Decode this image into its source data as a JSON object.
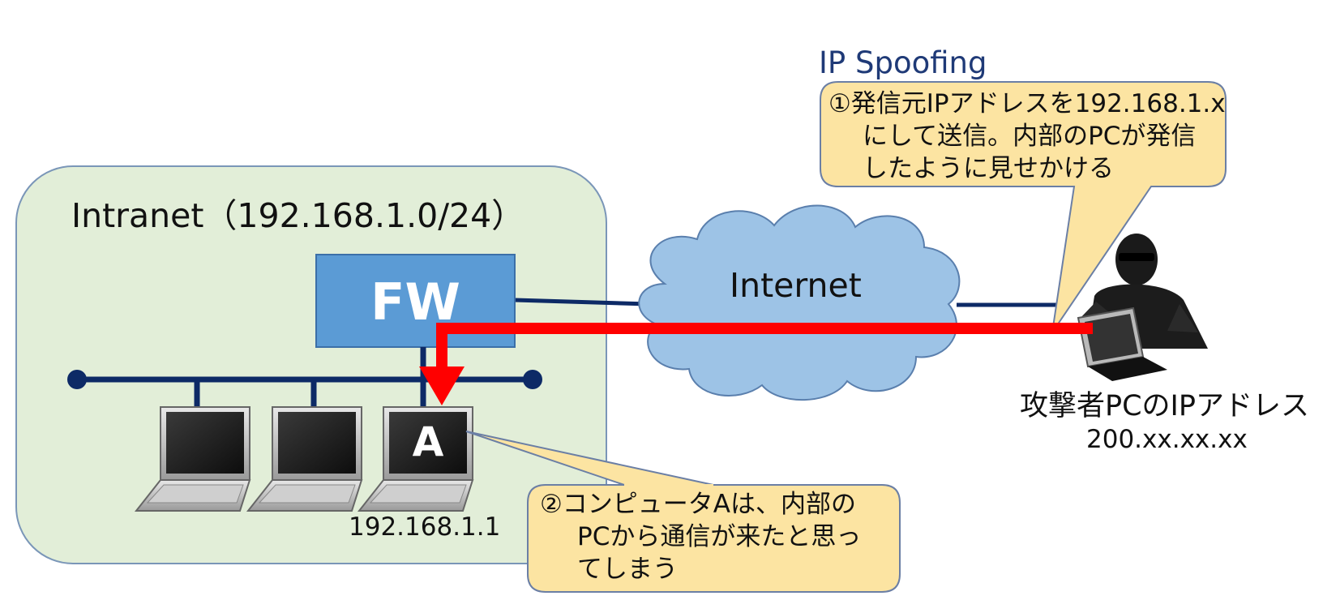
{
  "title": "IP Spoofing",
  "intranet": {
    "label": "Intranet（192.168.1.0/24）",
    "fw_label": "FW",
    "host_a_label": "A",
    "host_a_ip": "192.168.1.1"
  },
  "internet": {
    "label": "Internet"
  },
  "attacker": {
    "label": "攻撃者PCのIPアドレス",
    "ip": "200.xx.xx.xx"
  },
  "callout_attacker": {
    "lines": [
      "①発信元IPアドレスを192.168.1.x",
      "にして送信。内部のPCが発信",
      "したように見せかける"
    ]
  },
  "callout_victim": {
    "lines": [
      "②コンピュータAは、内部の",
      "PCから通信が来たと思っ",
      "てしまう"
    ]
  },
  "colors": {
    "intranet_fill": "#e2eed8",
    "fw_fill": "#5b9bd5",
    "cloud_fill": "#9dc3e6",
    "callout_fill": "#fce4a2",
    "network_line": "#0d2a66",
    "attack_path": "#ff0000"
  }
}
